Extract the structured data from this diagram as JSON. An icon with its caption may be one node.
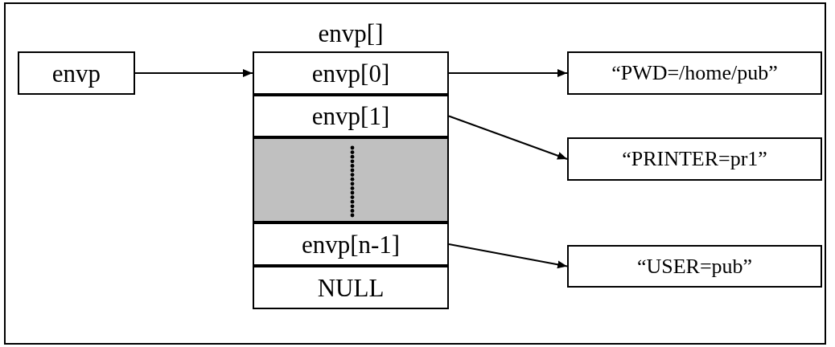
{
  "diagram": {
    "nodes": [
      {
        "text": [
          "envp"
        ]
      },
      {
        "text": [
          "envp[]"
        ]
      },
      {
        "text": [
          "envp[0]"
        ],
        "in": 1
      },
      {
        "text": [
          "envp[1]"
        ],
        "in": 1
      },
      {
        "text": [],
        "shape": "box",
        "in": 1
      },
      {
        "text": [
          "envp[n-1]"
        ],
        "in": 1
      },
      {
        "text": [
          "NULL"
        ],
        "in": 1
      },
      {
        "text": [
          "“PWD=/home/pub”"
        ]
      },
      {
        "text": [
          "“PRINTER=pr1”"
        ]
      },
      {
        "text": [
          "“USER=pub”"
        ]
      }
    ],
    "edges": [
      {
        "from": 0,
        "to": 2,
        "arrow": "to"
      },
      {
        "from": 2,
        "to": 7,
        "arrow": "to"
      },
      {
        "from": 3,
        "to": 8,
        "arrow": "to"
      },
      {
        "from": 5,
        "to": 9,
        "arrow": "to"
      }
    ]
  }
}
